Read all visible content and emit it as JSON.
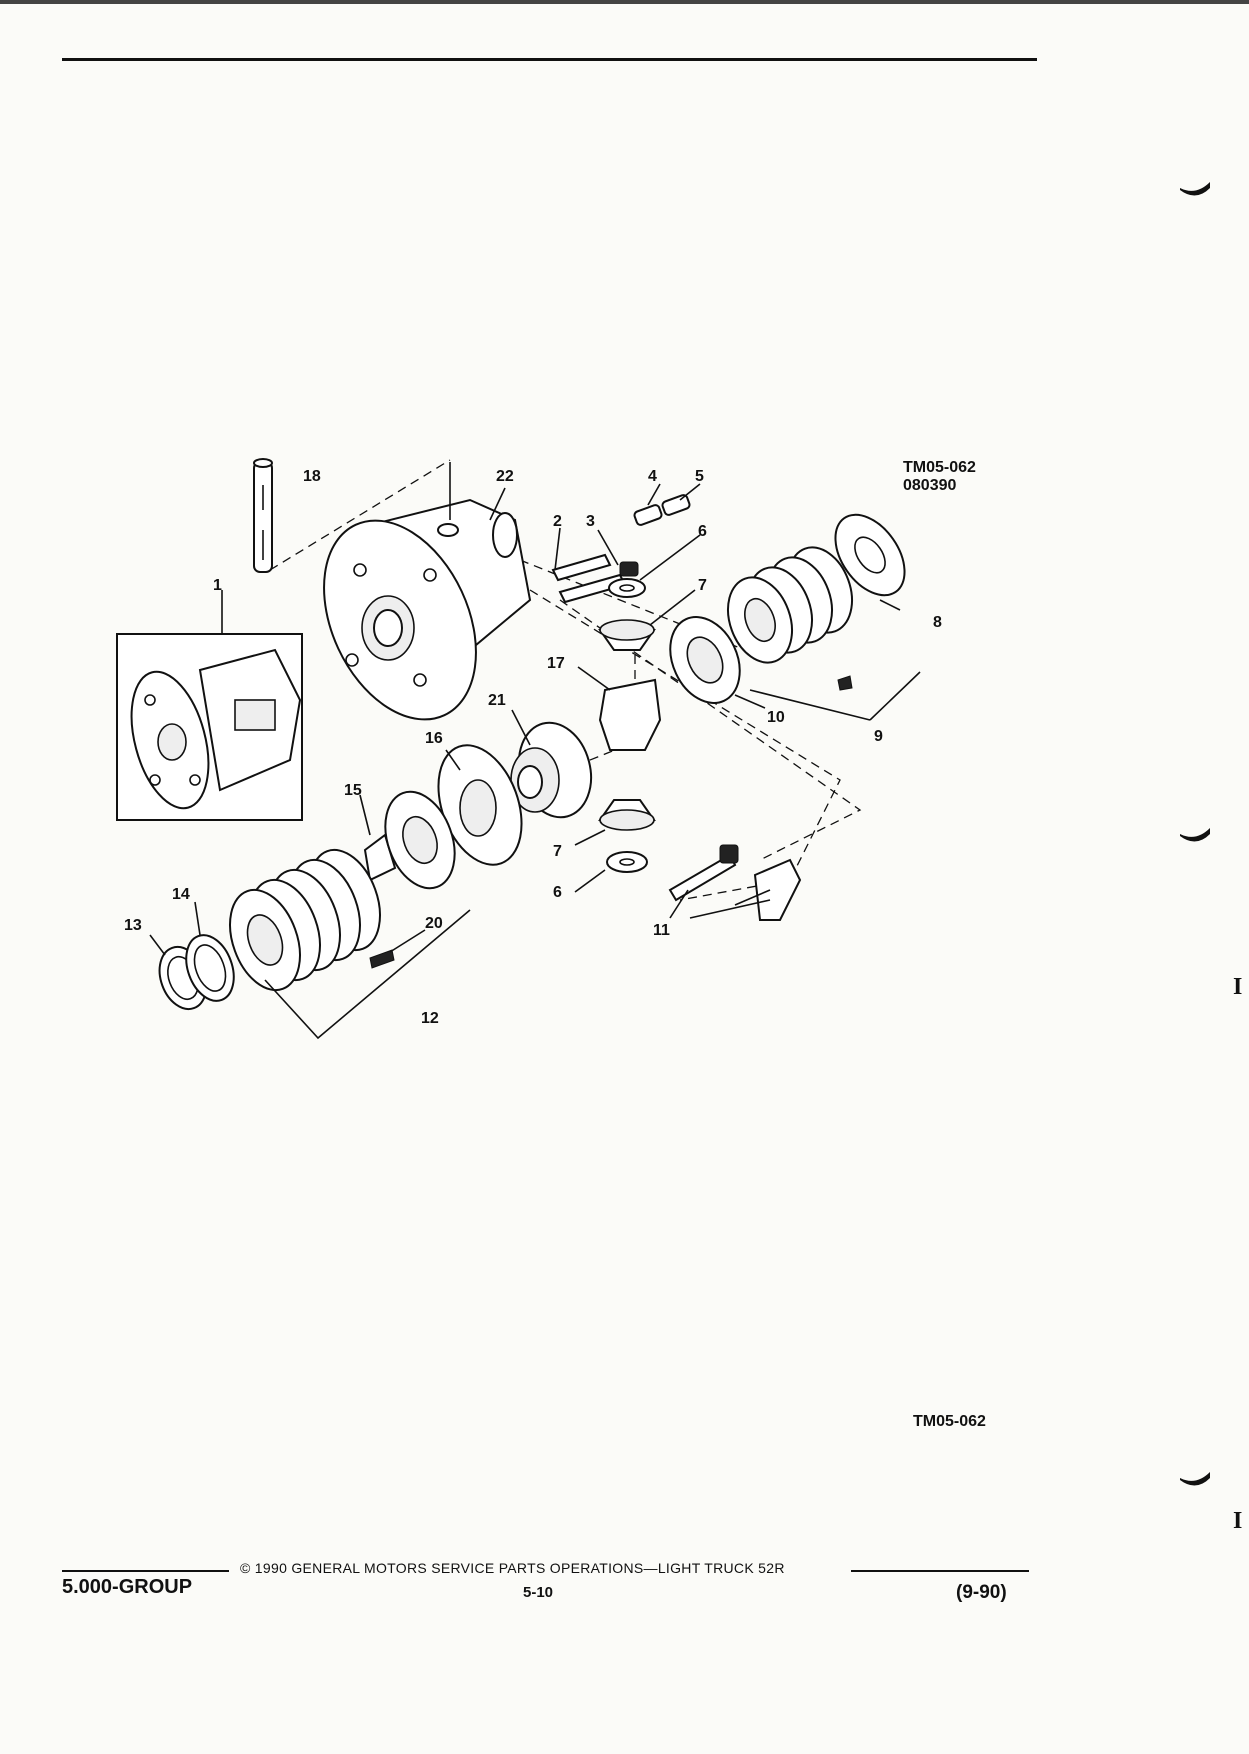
{
  "figure": {
    "id_line1": "TM05-062",
    "id_line2": "080390",
    "reference": "TM05-062"
  },
  "callouts": {
    "c1": "1",
    "c2": "2",
    "c3": "3",
    "c4": "4",
    "c5": "5",
    "c6a": "6",
    "c6b": "6",
    "c7a": "7",
    "c7b": "7",
    "c8": "8",
    "c9": "9",
    "c10": "10",
    "c11": "11",
    "c12": "12",
    "c13": "13",
    "c14": "14",
    "c15": "15",
    "c16": "16",
    "c17": "17",
    "c18": "18",
    "c20": "20",
    "c21": "21",
    "c22": "22"
  },
  "footer": {
    "copyright": "© 1990 GENERAL MOTORS SERVICE PARTS OPERATIONS—LIGHT TRUCK 52R",
    "group": "5.000-GROUP",
    "page": "5-10",
    "revision": "(9-90)"
  },
  "edge_marks": {
    "letter_a": "I",
    "letter_b": "I"
  }
}
